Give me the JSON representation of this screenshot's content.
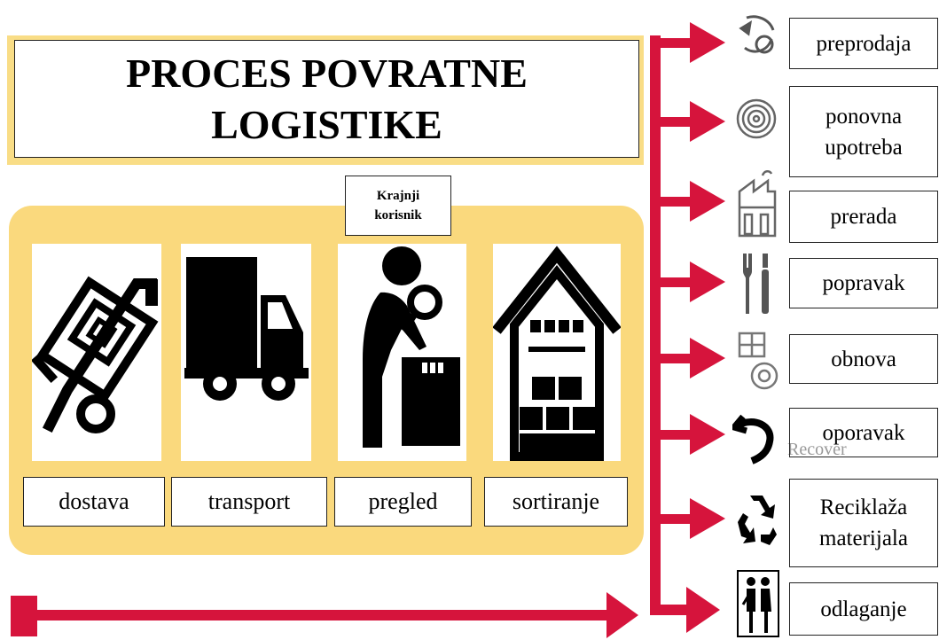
{
  "title": {
    "line1": "PROCES POVRATNE",
    "line2": "LOGISTIKE"
  },
  "end_user": {
    "line1": "Krajnji",
    "line2": "korisnik"
  },
  "steps": [
    {
      "label": "dostava",
      "icon": "hand-truck-icon"
    },
    {
      "label": "transport",
      "icon": "truck-icon"
    },
    {
      "label": "pregled",
      "icon": "inspector-icon"
    },
    {
      "label": "sortiranje",
      "icon": "warehouse-icon"
    }
  ],
  "outcomes": [
    {
      "label": "preprodaja",
      "icon": "resale-icon"
    },
    {
      "label": "ponovna upotreba",
      "icon": "reuse-icon"
    },
    {
      "label": "prerada",
      "icon": "factory-icon"
    },
    {
      "label": "popravak",
      "icon": "tools-icon"
    },
    {
      "label": "obnova",
      "icon": "refurbish-icon"
    },
    {
      "label": "oporavak",
      "icon": "undo-arrow-icon"
    },
    {
      "label": "Reciklaža materijala",
      "icon": "recycle-icon"
    },
    {
      "label": "odlaganje",
      "icon": "disposal-icon"
    }
  ],
  "recover_watermark": "Recover",
  "colors": {
    "arrow": "#d6143c",
    "panel": "#fad97d",
    "frame": "#f9dd86"
  }
}
